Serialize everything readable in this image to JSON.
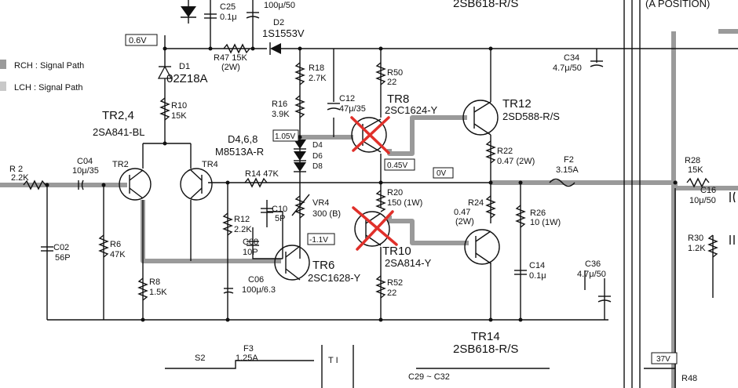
{
  "legend": {
    "rch": "RCH : Signal Path",
    "lch": "LCH : Signal Path"
  },
  "top": {
    "tr14_part_top": "2SB618-R/S",
    "a_position": "(A POSITION)",
    "c25_name": "C25",
    "c25_value": "0.1μ",
    "c26_value": "100μ/50",
    "d2_name": "D2",
    "d2_part": "1S1553V",
    "volt_06": "0.6V"
  },
  "components": {
    "r47": "R47 15K",
    "r47_watt": "(2W)",
    "d1_name": "D1",
    "d1_part": "02Z18A",
    "r10_name": "R10",
    "r10_value": "15K",
    "tr24_name": "TR2,4",
    "tr24_part": "2SA841-BL",
    "r18_name": "R18",
    "r18_value": "2.7K",
    "r16_name": "R16",
    "r16_value": "3.9K",
    "c12_name": "C12",
    "c12_value": "47μ/35",
    "tr8_name": "TR8",
    "tr8_part": "2SC1624-Y",
    "r50_name": "R50",
    "r50_value": "22",
    "tr12_name": "TR12",
    "tr12_part": "2SD588-R/S",
    "c34_name": "C34",
    "c34_value": "4.7μ/50",
    "volt_105": "1.05V",
    "d468_name": "D4,6,8",
    "d468_part": "M8513A-R",
    "d4": "D4",
    "d6": "D6",
    "d8": "D8",
    "volt_045": "0.45V",
    "volt_0": "0V",
    "r22_name": "R22",
    "r22_value": "0.47 (2W)",
    "f2_name": "F2",
    "f2_value": "3.15A",
    "r28_name": "R28",
    "r28_value": "15K",
    "c16_name": "C16",
    "c16_value": "10μ/50",
    "r2_name": "R 2",
    "r2_value": "2.2K",
    "c04_name": "C04",
    "c04_value": "10μ/35",
    "tr2": "TR2",
    "tr4": "TR4",
    "r14": "R14 47K",
    "vr4_name": "VR4",
    "vr4_value": "300 (B)",
    "r20_name": "R20",
    "r20_value": "150 (1W)",
    "r24_name": "R24",
    "r24_value": "0.47",
    "r24_watt": "(2W)",
    "r26_name": "R26",
    "r26_value": "10 (1W)",
    "r30_name": "R30",
    "r30_value": "1.2K",
    "c02_name": "C02",
    "c02_value": "56P",
    "r6_name": "R6",
    "r6_value": "47K",
    "r12_name": "R12",
    "r12_value": "2.2K",
    "c10_name": "C10",
    "c10_value": "5P",
    "c08_name": "C08",
    "c08_value": "10P",
    "volt_m1": "-1.1V",
    "tr10_name": "TR10",
    "tr10_part": "2SA814-Y",
    "tr6_name": "TR6",
    "tr6_part": "2SC1628-Y",
    "r8_name": "R8",
    "r8_value": "1.5K",
    "c06_name": "C06",
    "c06_value": "100μ/6.3",
    "r52_name": "R52",
    "r52_value": "22",
    "c14_name": "C14",
    "c14_value": "0.1μ",
    "c36_name": "C36",
    "c36_value": "4.7μ/50"
  },
  "bottom": {
    "tr14_name": "TR14",
    "tr14_part": "2SB618-R/S",
    "s2": "S2",
    "f3_name": "F3",
    "f3_value": "1.25A",
    "t1": "T I",
    "c29": "C29 ~ C32",
    "volt_37": "37V",
    "r48": "R48"
  }
}
